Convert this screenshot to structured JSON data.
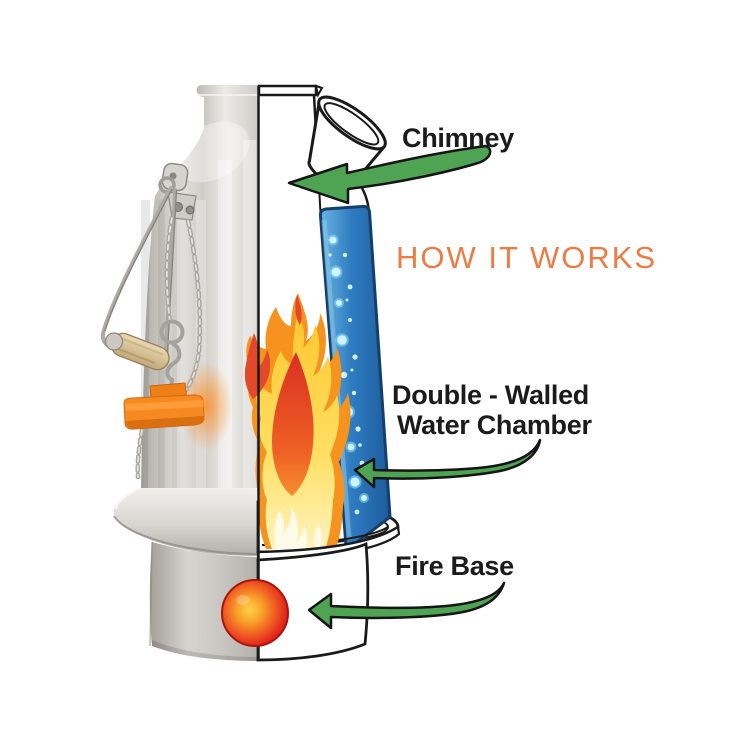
{
  "title": {
    "text": "HOW IT WORKS"
  },
  "labels": {
    "chimney": "Chimney",
    "double_walled": {
      "line1": "Double - Walled",
      "line2": "Water Chamber"
    },
    "fire_base": "Fire Base"
  },
  "annotations": [
    {
      "label": "Chimney",
      "pointer": "green curved arrow pointing left into the chimney opening"
    },
    {
      "label": "Double - Walled Water Chamber",
      "pointer": "green curved arrow pointing left into the blue water column"
    },
    {
      "label": "Fire Base",
      "pointer": "green curved arrow pointing left to the glowing ember in the fire base"
    }
  ],
  "diagram": {
    "subject": "volcano camping kettle cutaway",
    "left_half": "photograph of aluminium kettle with wire bail handle, hanging chains and orange stopper",
    "right_half": "line-drawing cutaway showing flame inside chimney, blue bubbling water jacket, cup on top, fire base with ember"
  },
  "colors": {
    "title_orange": "#ED7B43",
    "label_black": "#1B1B1B",
    "arrow_green": "#4FA454",
    "arrow_outline": "#151515",
    "water_blue": "#2E7CC0",
    "flame_orange": "#F6921E",
    "flame_yellow": "#FFD23F",
    "flame_red": "#E2492A",
    "ember_red": "#E0261C",
    "stopper_orange": "#F6891F",
    "metal_silver": "#CFCCC7"
  }
}
